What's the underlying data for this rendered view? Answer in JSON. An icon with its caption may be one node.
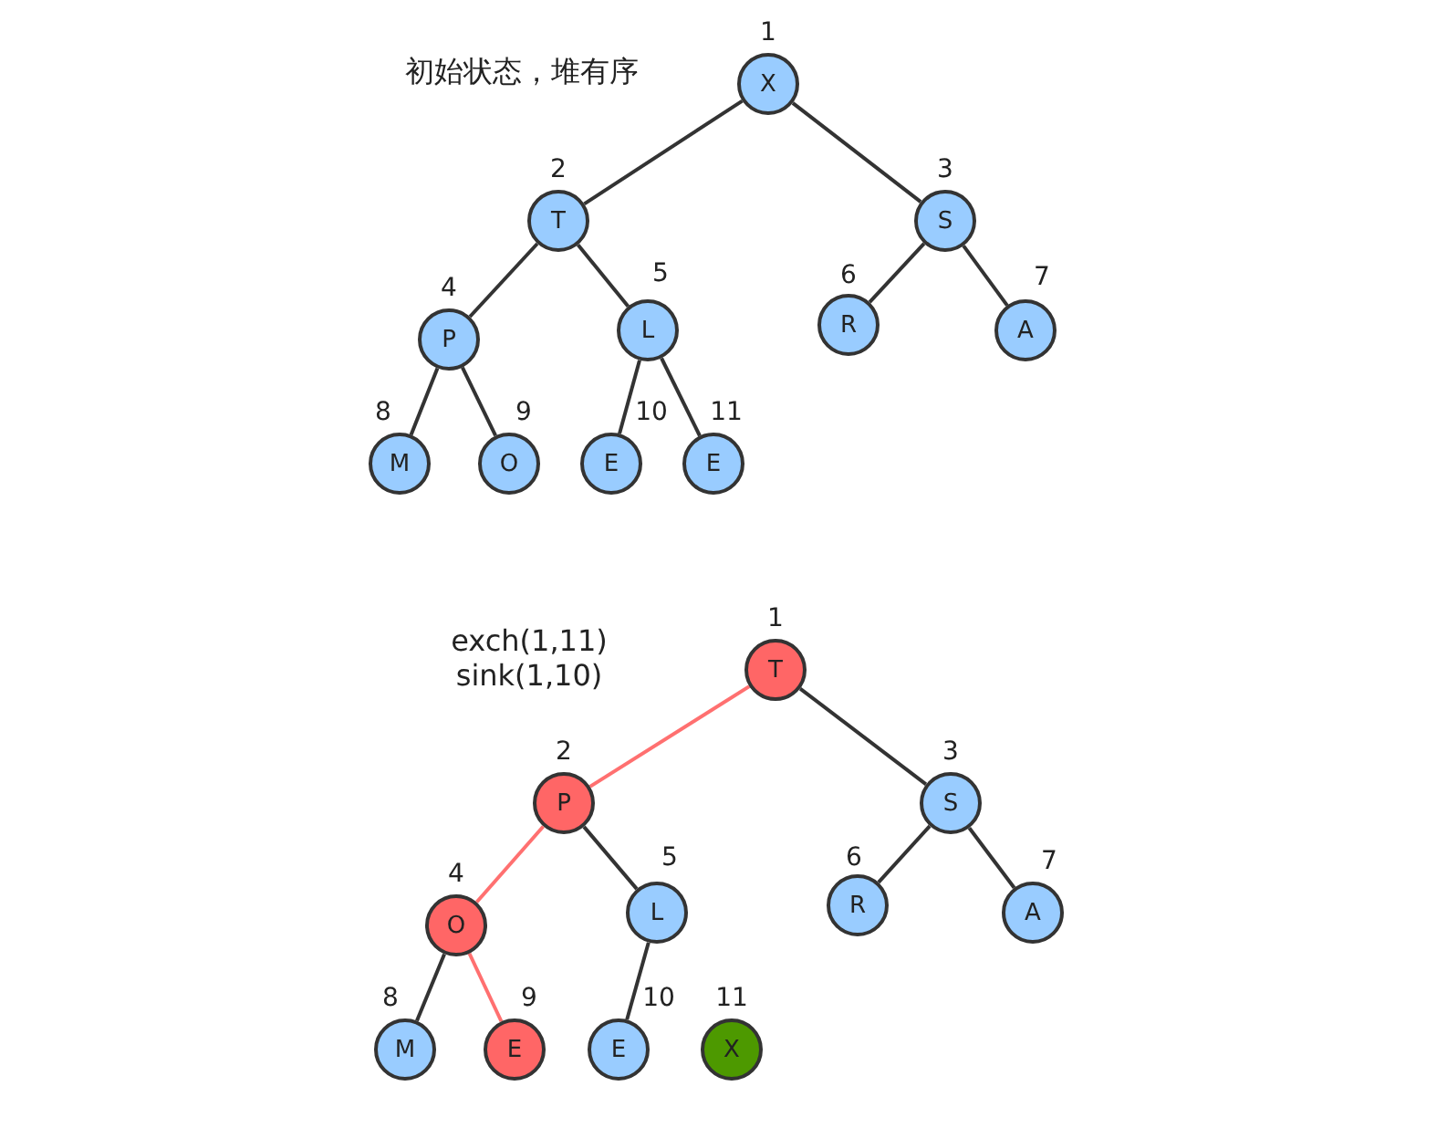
{
  "diagram": {
    "nodes": [
      {
        "text": [
          "X"
        ],
        "beside": [
          "1"
        ]
      },
      {
        "text": [
          "T"
        ],
        "beside": [
          "2"
        ]
      },
      {
        "text": [
          "S"
        ],
        "beside": [
          "3"
        ]
      },
      {
        "text": [
          "P"
        ],
        "beside": [
          "4"
        ]
      },
      {
        "text": [
          "L"
        ],
        "beside": [
          "5"
        ]
      },
      {
        "text": [
          "R"
        ],
        "beside": [
          "6"
        ]
      },
      {
        "text": [
          "A"
        ],
        "beside": [
          "7"
        ]
      },
      {
        "text": [
          "M"
        ],
        "beside": [
          "8"
        ]
      },
      {
        "text": [
          "O"
        ],
        "beside": [
          "9"
        ]
      },
      {
        "text": [
          "E"
        ],
        "beside": [
          "10"
        ]
      },
      {
        "text": [
          "E"
        ],
        "beside": [
          "11"
        ]
      },
      {
        "text": [
          "T"
        ],
        "beside": [
          "1"
        ]
      },
      {
        "text": [
          "P"
        ],
        "beside": [
          "2"
        ]
      },
      {
        "text": [
          "S"
        ],
        "beside": [
          "3"
        ]
      },
      {
        "text": [
          "O"
        ],
        "beside": [
          "4"
        ]
      },
      {
        "text": [
          "L"
        ],
        "beside": [
          "5"
        ]
      },
      {
        "text": [
          "R"
        ],
        "beside": [
          "6"
        ]
      },
      {
        "text": [
          "A"
        ],
        "beside": [
          "7"
        ]
      },
      {
        "text": [
          "M"
        ],
        "beside": [
          "8"
        ]
      },
      {
        "text": [
          "E"
        ],
        "beside": [
          "9"
        ]
      },
      {
        "text": [
          "E"
        ],
        "beside": [
          "10"
        ]
      },
      {
        "text": [
          "X"
        ],
        "beside": [
          "11"
        ]
      }
    ],
    "edges": [
      {
        "from": 0,
        "to": 1,
        "arrow": "none"
      },
      {
        "from": 0,
        "to": 2,
        "arrow": "none"
      },
      {
        "from": 1,
        "to": 3,
        "arrow": "none"
      },
      {
        "from": 1,
        "to": 4,
        "arrow": "none"
      },
      {
        "from": 2,
        "to": 5,
        "arrow": "none"
      },
      {
        "from": 2,
        "to": 6,
        "arrow": "none"
      },
      {
        "from": 3,
        "to": 7,
        "arrow": "none"
      },
      {
        "from": 3,
        "to": 8,
        "arrow": "none"
      },
      {
        "from": 4,
        "to": 9,
        "arrow": "none"
      },
      {
        "from": 4,
        "to": 10,
        "arrow": "none"
      },
      {
        "from": 11,
        "to": 12,
        "arrow": "none",
        "color": "#ff7070"
      },
      {
        "from": 11,
        "to": 13,
        "arrow": "none"
      },
      {
        "from": 12,
        "to": 14,
        "arrow": "none",
        "color": "#ff7070"
      },
      {
        "from": 12,
        "to": 15,
        "arrow": "none"
      },
      {
        "from": 13,
        "to": 16,
        "arrow": "none"
      },
      {
        "from": 13,
        "to": 17,
        "arrow": "none"
      },
      {
        "from": 14,
        "to": 18,
        "arrow": "none"
      },
      {
        "from": 14,
        "to": 19,
        "arrow": "none",
        "color": "#ff7070"
      },
      {
        "from": 15,
        "to": 20,
        "arrow": "none"
      }
    ],
    "labels": [
      "初始状态，堆有序",
      "exch(1,11)",
      "sink(1,10)"
    ]
  }
}
